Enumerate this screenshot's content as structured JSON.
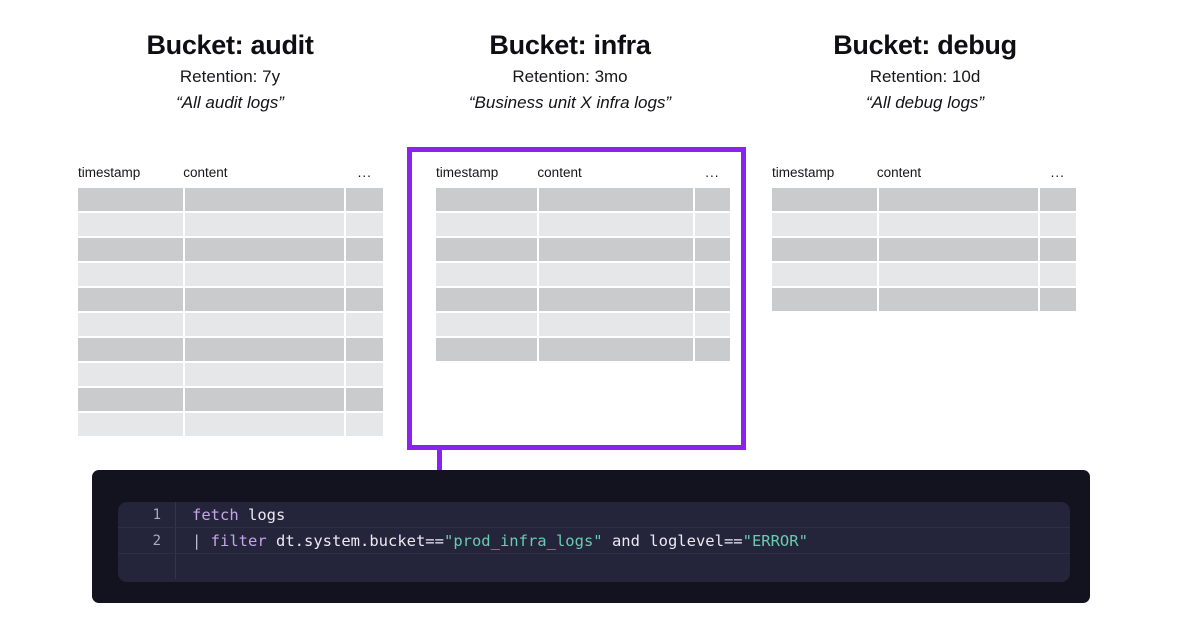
{
  "buckets": [
    {
      "id": "audit",
      "title": "Bucket: audit",
      "retention": "Retention: 7y",
      "description": "“All audit logs”",
      "columns": {
        "timestamp": "timestamp",
        "content": "content",
        "more": "..."
      },
      "row_count": 10,
      "highlighted": false
    },
    {
      "id": "infra",
      "title": "Bucket: infra",
      "retention": "Retention: 3mo",
      "description": "“Business unit X infra logs”",
      "columns": {
        "timestamp": "timestamp",
        "content": "content",
        "more": "..."
      },
      "row_count": 7,
      "highlighted": true
    },
    {
      "id": "debug",
      "title": "Bucket: debug",
      "retention": "Retention: 10d",
      "description": "“All debug logs”",
      "columns": {
        "timestamp": "timestamp",
        "content": "content",
        "more": "..."
      },
      "row_count": 5,
      "highlighted": false
    }
  ],
  "highlight": {
    "color": "#8b23f0",
    "target_bucket": "infra"
  },
  "code": {
    "language": "dql",
    "lines": [
      {
        "number": "1",
        "text": "fetch logs",
        "tokens": [
          {
            "t": "fetch",
            "type": "keyword"
          },
          {
            "t": " logs",
            "type": "plain"
          }
        ]
      },
      {
        "number": "2",
        "text": "| filter dt.system.bucket==\"prod_infra_logs\" and loglevel==\"ERROR\"",
        "tokens": [
          {
            "t": "| ",
            "type": "pipe"
          },
          {
            "t": "filter",
            "type": "keyword"
          },
          {
            "t": " dt.system.bucket==",
            "type": "plain"
          },
          {
            "t": "\"prod_infra_logs\"",
            "type": "string"
          },
          {
            "t": " and loglevel==",
            "type": "plain"
          },
          {
            "t": "\"ERROR\"",
            "type": "string"
          }
        ]
      }
    ],
    "theme": {
      "panel_bg": "#131320",
      "editor_bg": "#24243a",
      "keyword": "#c7a4e8",
      "string": "#68ccb0",
      "text": "#e9eaf4",
      "gutter": "#a9abc4"
    }
  },
  "table_style": {
    "row_dark": "#c9cbcd",
    "row_light": "#e6e7e8"
  }
}
